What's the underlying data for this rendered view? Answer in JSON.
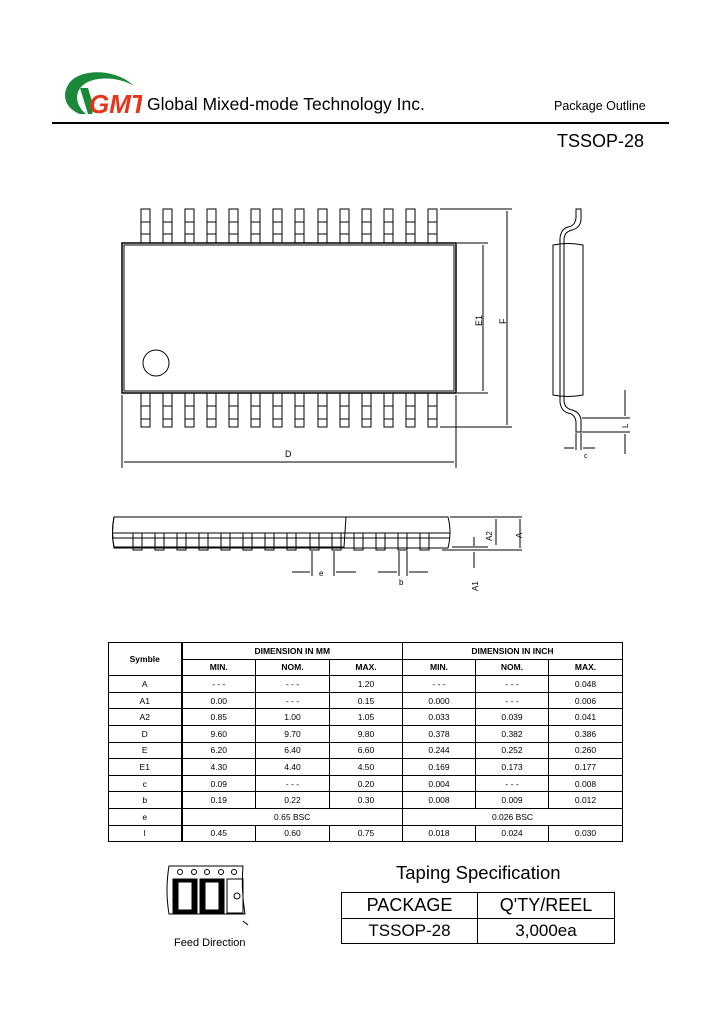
{
  "header": {
    "logo_text": "GMT",
    "logo_colors": {
      "arc": "#1a8a3a",
      "letters": "#e8341c"
    },
    "company": "Global Mixed-mode Technology Inc.",
    "doc_type": "Package Outline",
    "package_name": "TSSOP-28"
  },
  "drawings": {
    "top_view": {
      "pin_count_per_side": 14,
      "labels": {
        "length": "D",
        "body_width": "E1",
        "overall_width": "F"
      }
    },
    "side_view": {
      "labels": {
        "lead_thickness": "c",
        "foot_length": "L"
      }
    },
    "front_view": {
      "labels": {
        "pitch": "e",
        "lead_width": "b",
        "standoff": "A1",
        "body_height": "A2",
        "total_height": "A"
      }
    }
  },
  "dimension_table": {
    "symbol_header": "Symble",
    "group_mm": "DIMENSION IN MM",
    "group_inch": "DIMENSION IN INCH",
    "subheaders": [
      "MIN.",
      "NOM.",
      "MAX.",
      "MIN.",
      "NOM.",
      "MAX."
    ],
    "rows": [
      {
        "sym": "A",
        "mm": [
          "- - -",
          "- - -",
          "1.20"
        ],
        "inch": [
          "- - -",
          "- - -",
          "0.048"
        ]
      },
      {
        "sym": "A1",
        "mm": [
          "0.00",
          "- - -",
          "0.15"
        ],
        "inch": [
          "0.000",
          "- - -",
          "0.006"
        ]
      },
      {
        "sym": "A2",
        "mm": [
          "0.85",
          "1.00",
          "1.05"
        ],
        "inch": [
          "0.033",
          "0.039",
          "0.041"
        ]
      },
      {
        "sym": "D",
        "mm": [
          "9.60",
          "9.70",
          "9.80"
        ],
        "inch": [
          "0.378",
          "0.382",
          "0.386"
        ]
      },
      {
        "sym": "E",
        "mm": [
          "6.20",
          "6.40",
          "6.60"
        ],
        "inch": [
          "0.244",
          "0.252",
          "0.260"
        ]
      },
      {
        "sym": "E1",
        "mm": [
          "4.30",
          "4.40",
          "4.50"
        ],
        "inch": [
          "0.169",
          "0.173",
          "0.177"
        ]
      },
      {
        "sym": "c",
        "mm": [
          "0.09",
          "- - -",
          "0.20"
        ],
        "inch": [
          "0.004",
          "- - -",
          "0.008"
        ]
      },
      {
        "sym": "b",
        "mm": [
          "0.19",
          "0.22",
          "0.30"
        ],
        "inch": [
          "0.008",
          "0.009",
          "0.012"
        ]
      },
      {
        "sym": "e",
        "mm_bsc": "0.65 BSC",
        "inch_bsc": "0.026 BSC"
      },
      {
        "sym": "l",
        "mm": [
          "0.45",
          "0.60",
          "0.75"
        ],
        "inch": [
          "0.018",
          "0.024",
          "0.030"
        ]
      }
    ]
  },
  "taping": {
    "title": "Taping Specification",
    "headers": [
      "PACKAGE",
      "Q'TY/REEL"
    ],
    "row": [
      "TSSOP-28",
      "3,000ea"
    ],
    "feed_label": "Feed Direction"
  }
}
